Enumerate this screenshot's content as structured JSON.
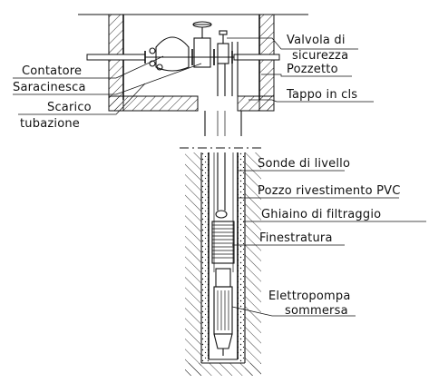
{
  "labels": {
    "valvola_line1": "Valvola di",
    "valvola_line2": "sicurezza",
    "contatore": "Contatore",
    "saracinesca": "Saracinesca",
    "scarico_line1": "Scarico",
    "scarico_line2": "tubazione",
    "pozzetto": "Pozzetto",
    "tappo": "Tappo in cls",
    "sonde": "Sonde di livello",
    "pozzo_pvc": "Pozzo rivestimento PVC",
    "ghiaino": "Ghiaino di filtraggio",
    "finestratura": "Finestratura",
    "elettropompa_line1": "Elettropompa",
    "elettropompa_line2": "sommersa"
  }
}
